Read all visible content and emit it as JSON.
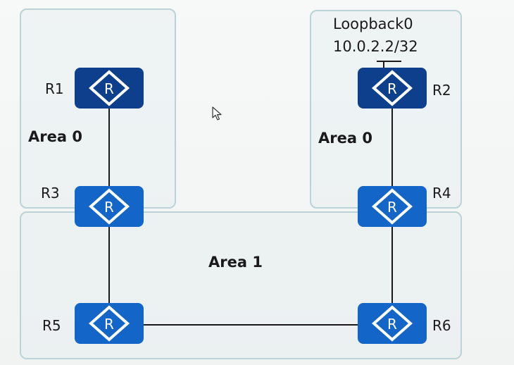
{
  "routers": {
    "r1": {
      "name": "R1"
    },
    "r2": {
      "name": "R2"
    },
    "r3": {
      "name": "R3"
    },
    "r4": {
      "name": "R4"
    },
    "r5": {
      "name": "R5"
    },
    "r6": {
      "name": "R6"
    },
    "icon_letter": "R"
  },
  "areas": {
    "top_left": {
      "label": "Area 0"
    },
    "top_right": {
      "label": "Area 0"
    },
    "bottom": {
      "label": "Area 1"
    }
  },
  "loopback": {
    "name": "Loopback0",
    "address": "10.0.2.2/32"
  },
  "colors": {
    "router_dark": "#0e3f8c",
    "router_light": "#1366c8",
    "area_border": "#b9d3d6",
    "link": "#1a1a1a"
  }
}
